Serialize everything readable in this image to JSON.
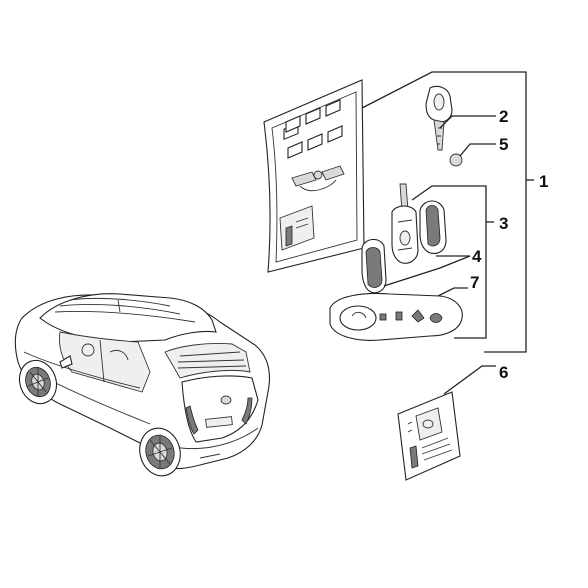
{
  "diagram": {
    "callouts": {
      "c1": "1",
      "c2": "2",
      "c3": "3",
      "c4": "4",
      "c5": "5",
      "c6": "6",
      "c7": "7"
    },
    "parts": [
      "vehicle",
      "key-code-card-holder",
      "ignition-key",
      "washer",
      "remote-key-blade",
      "key-shell-covers",
      "key-cover-pad",
      "code-card"
    ]
  }
}
